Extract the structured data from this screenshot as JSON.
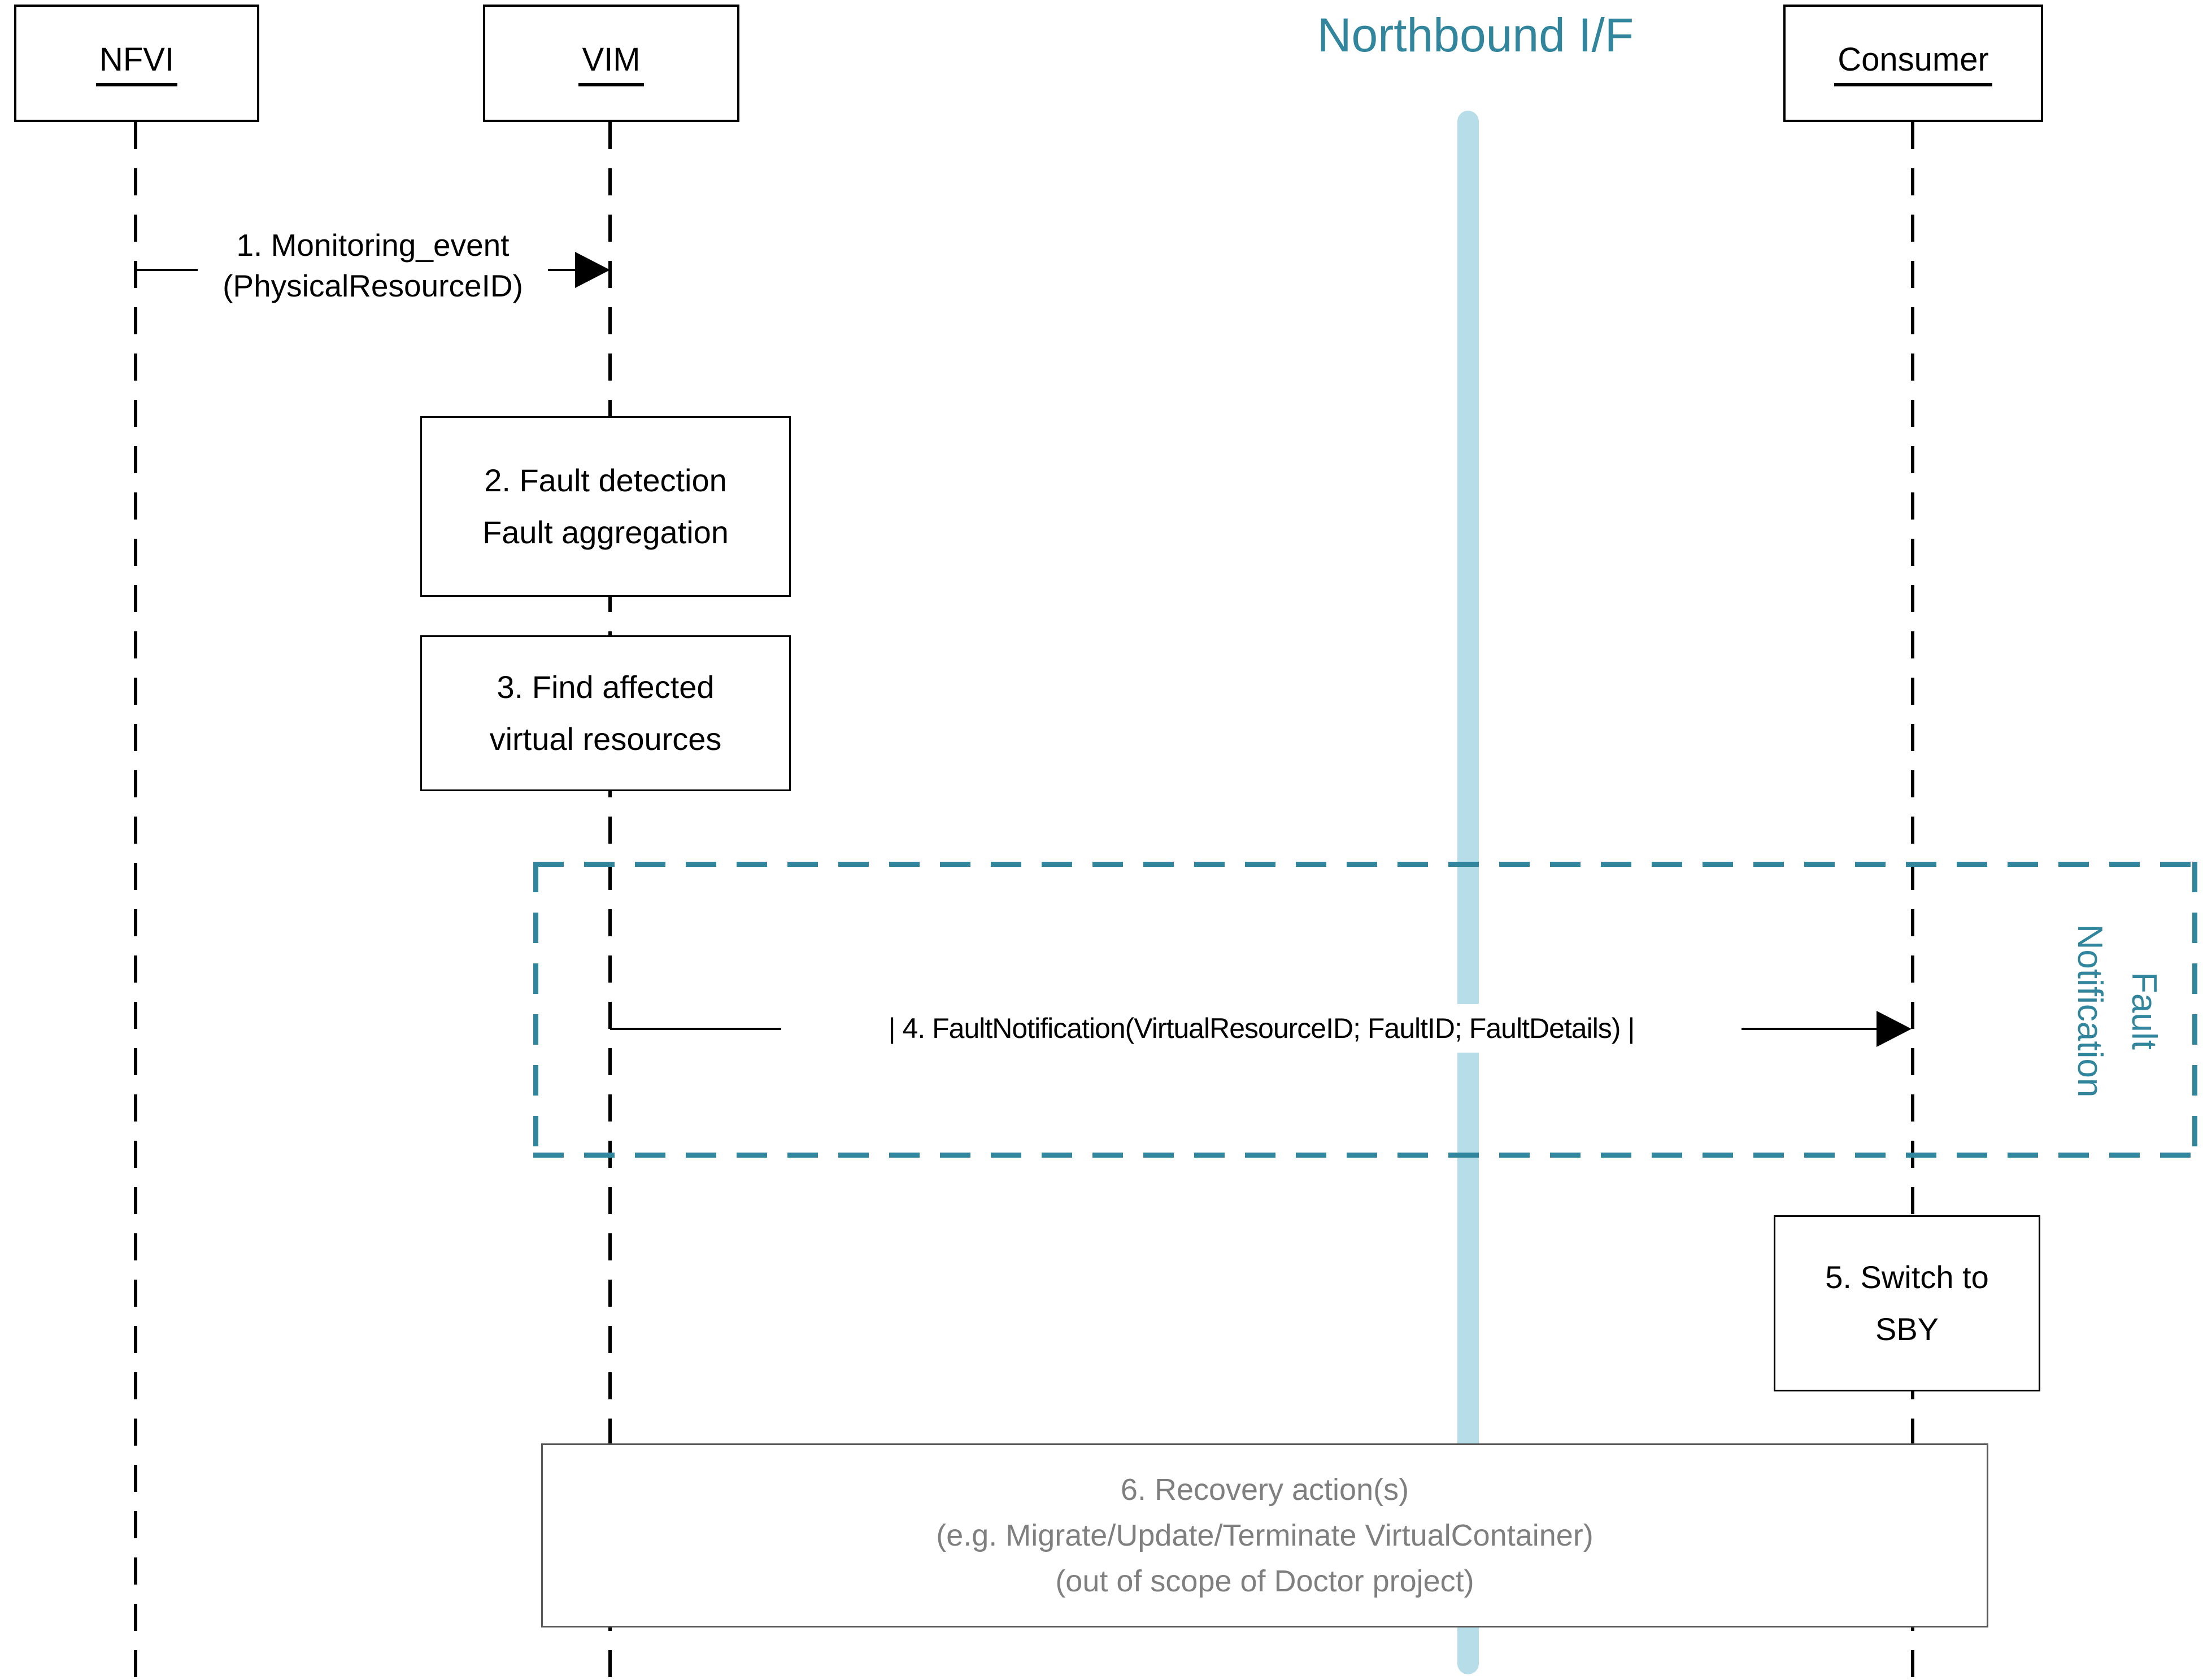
{
  "diagram_title": "Northbound I/F",
  "actors": {
    "nfvi": "NFVI",
    "vim": "VIM",
    "consumer": "Consumer"
  },
  "messages": {
    "msg1": {
      "line1": "1. Monitoring_event",
      "line2": "(PhysicalResourceID)"
    },
    "msg4": {
      "label": "| 4. FaultNotification(VirtualResourceID; FaultID; FaultDetails) |"
    }
  },
  "activities": {
    "box2": {
      "line1": "2. Fault detection",
      "line2": "Fault aggregation"
    },
    "box3": {
      "line1": "3. Find affected",
      "line2": "virtual resources"
    },
    "box5": {
      "line1": "5. Switch to",
      "line2": "SBY"
    },
    "box6": {
      "line1": "6. Recovery action(s)",
      "line2": "(e.g. Migrate/Update/Terminate VirtualContainer)",
      "line3": "(out of scope of Doctor project)"
    }
  },
  "frame": {
    "label_line1": "Fault",
    "label_line2": "Notification"
  },
  "colors": {
    "teal": "#31859C",
    "light_blue": "#B7DDE8",
    "gray_text": "#7F7F7F"
  }
}
